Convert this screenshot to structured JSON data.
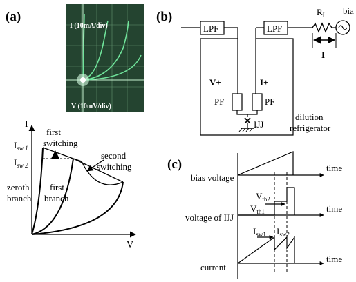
{
  "panel_a": {
    "label": "(a)",
    "scope": {
      "y_scale": "I (10mA/div)",
      "x_scale": "V (10mV/div)",
      "colors": {
        "background": "#1f3a2a",
        "grid": "#9ad6a6",
        "trace": "#6fe39a"
      }
    },
    "graph": {
      "y_axis": "I",
      "x_axis": "V",
      "isw1_base": "I",
      "isw1_sub": "sw 1",
      "isw2_base": "I",
      "isw2_sub": "sw 2",
      "first_switching": [
        "first",
        "switching"
      ],
      "second_switching": [
        "second",
        "switching"
      ],
      "zeroth_branch": [
        "zeroth",
        "branch"
      ],
      "first_branch": [
        "first",
        "branch"
      ]
    }
  },
  "panel_b": {
    "label": "(b)",
    "lpf_left": "LPF",
    "lpf_right": "LPF",
    "r_base": "R",
    "r_sub": "I",
    "bias": "bia",
    "current_label": "I",
    "v_plus": "V+",
    "i_plus": "I+",
    "pf_left": "PF",
    "pf_right": "PF",
    "ijj": "IJJ",
    "dilution": [
      "dilution",
      "refrigerator"
    ]
  },
  "panel_c": {
    "label": "(c)",
    "rows": [
      {
        "label": "bias voltage",
        "time": "time"
      },
      {
        "label": "voltage of IJJ",
        "time": "time"
      },
      {
        "label": "current",
        "time": "time"
      }
    ],
    "vth2_base": "V",
    "vth2_sub": "th2",
    "vth1_base": "V",
    "vth1_sub": "th1",
    "isw1_base": "I",
    "isw1_sub": "sw1",
    "isw2_base": "I",
    "isw2_sub": "sw2"
  }
}
